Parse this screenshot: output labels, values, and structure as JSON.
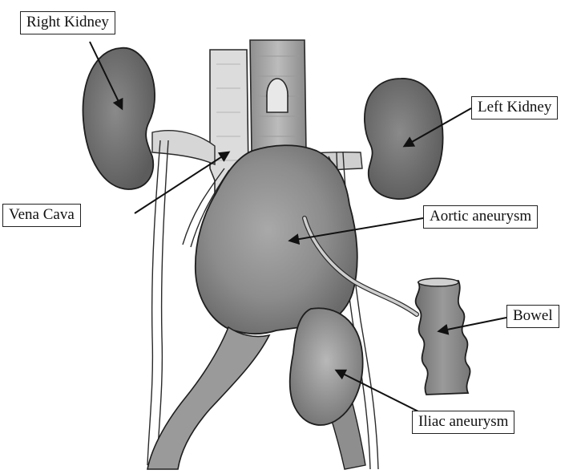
{
  "labels": {
    "right_kidney": "Right Kidney",
    "left_kidney": "Left Kidney",
    "vena_cava": "Vena Cava",
    "aortic_aneurysm": "Aortic aneurysm",
    "bowel": "Bowel",
    "iliac_aneurysm": "Iliac aneurysm"
  },
  "colors": {
    "organ_dark": "#6d6d6d",
    "organ_mid": "#8a8a8a",
    "organ_light": "#b4b4b4",
    "vessel_light": "#d9d9d9",
    "outline": "#2a2a2a"
  }
}
